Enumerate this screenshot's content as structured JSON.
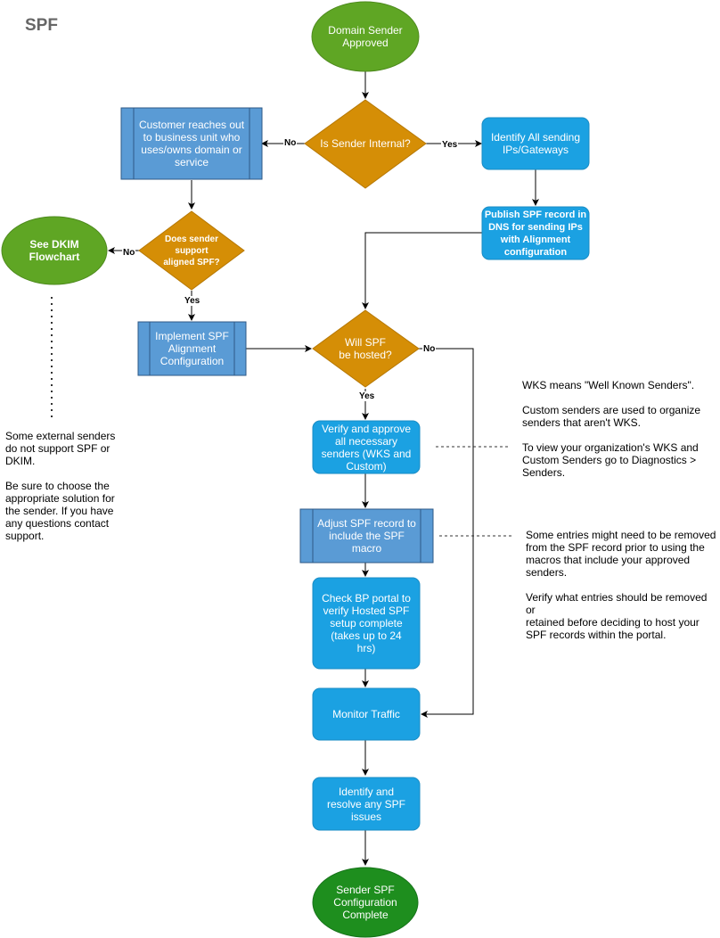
{
  "title": "SPF",
  "nodes": {
    "start": "Domain Sender\nApproved",
    "is_internal": "Is Sender Internal?",
    "customer_reaches": "Customer reaches out\nto business unit who\nuses/owns domain or\nservice",
    "identify_ips": "Identify All sending\nIPs/Gateways",
    "publish_spf": "Publish SPF record in\nDNS for sending IPs\nwith Alignment\nconfiguration",
    "see_dkim": "See DKIM\nFlowchart",
    "supports_aligned": "Does sender\nsupport\naligned SPF?",
    "implement_spf": "Implement SPF\nAlignment\nConfiguration",
    "will_host": "Will SPF\nbe hosted?",
    "verify_approve": "Verify and approve\nall necessary\nsenders (WKS and\nCustom)",
    "adjust_spf": "Adjust SPF record to\ninclude the SPF\nmacro",
    "check_portal": "Check BP portal to\nverify Hosted SPF\nsetup complete\n(takes up to 24\nhrs)",
    "monitor": "Monitor Traffic",
    "resolve": "Identify and\nresolve any SPF\nissues",
    "end": "Sender SPF\nConfiguration\nComplete"
  },
  "edge_labels": {
    "internal_no": "No",
    "internal_yes": "Yes",
    "aligned_no": "No",
    "aligned_yes": "Yes",
    "hosted_no": "No",
    "hosted_yes": "Yes"
  },
  "notes": {
    "external": "Some external senders\ndo not support SPF or\nDKIM.\n\nBe sure to choose the\nappropriate solution for\nthe sender. If you have\nany questions contact\nsupport.",
    "wks": "WKS means \"Well Known Senders\".\n\nCustom senders are used to organize\nsenders that aren't WKS.\n\nTo view your organization's WKS and\nCustom Senders go to Diagnostics >\nSenders.",
    "entries": "Some entries might need to be removed\nfrom the SPF record prior to using the\nmacros that include your approved\nsenders.\n\nVerify what entries should be removed or\nretained before deciding to host your\nSPF records within the portal."
  },
  "colors": {
    "green": "#5FA624",
    "dark_green": "#1E8E1E",
    "orange": "#D58E06",
    "blue": "#1BA1E2",
    "steel_blue": "#5A9BD5",
    "border_dark": "#2F5A86"
  }
}
